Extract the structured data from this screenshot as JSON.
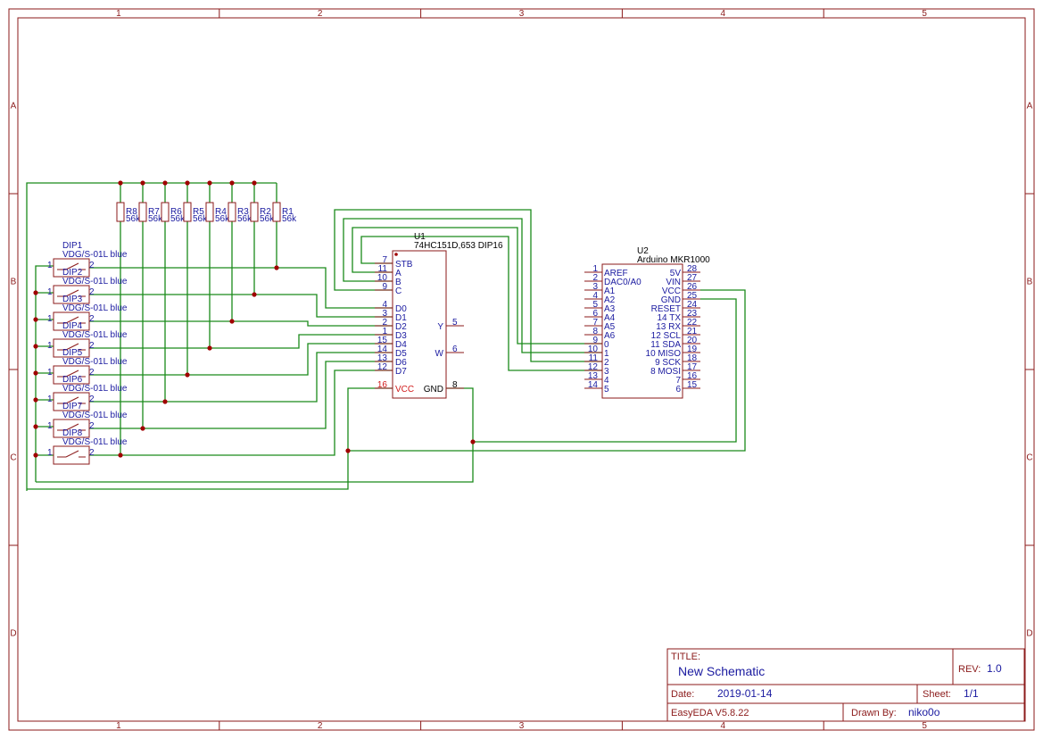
{
  "frame": {
    "columns": [
      "1",
      "2",
      "3",
      "4",
      "5"
    ],
    "rows": [
      "A",
      "B",
      "C",
      "D"
    ]
  },
  "title_block": {
    "title_label": "TITLE:",
    "title_value": "New Schematic",
    "rev_label": "REV:",
    "rev_value": "1.0",
    "date_label": "Date:",
    "date_value": "2019-01-14",
    "sheet_label": "Sheet:",
    "sheet_value": "1/1",
    "software": "EasyEDA V5.8.22",
    "drawn_label": "Drawn By:",
    "drawn_value": "niko0o"
  },
  "resistors": [
    {
      "ref": "R8",
      "value": "56k"
    },
    {
      "ref": "R7",
      "value": "56k"
    },
    {
      "ref": "R6",
      "value": "56k"
    },
    {
      "ref": "R5",
      "value": "56k"
    },
    {
      "ref": "R4",
      "value": "56k"
    },
    {
      "ref": "R3",
      "value": "56k"
    },
    {
      "ref": "R2",
      "value": "56k"
    },
    {
      "ref": "R1",
      "value": "56k"
    }
  ],
  "dips": [
    {
      "ref": "DIP1",
      "value": "VDG/S-01L blue",
      "pin1": "1",
      "pin2": "2"
    },
    {
      "ref": "DIP2",
      "value": "VDG/S-01L blue",
      "pin1": "1",
      "pin2": "2"
    },
    {
      "ref": "DIP3",
      "value": "VDG/S-01L blue",
      "pin1": "1",
      "pin2": "2"
    },
    {
      "ref": "DIP4",
      "value": "VDG/S-01L blue",
      "pin1": "1",
      "pin2": "2"
    },
    {
      "ref": "DIP5",
      "value": "VDG/S-01L blue",
      "pin1": "1",
      "pin2": "2"
    },
    {
      "ref": "DIP6",
      "value": "VDG/S-01L blue",
      "pin1": "1",
      "pin2": "2"
    },
    {
      "ref": "DIP7",
      "value": "VDG/S-01L blue",
      "pin1": "1",
      "pin2": "2"
    },
    {
      "ref": "DIP8",
      "value": "VDG/S-01L blue",
      "pin1": "1",
      "pin2": "2"
    }
  ],
  "u1": {
    "ref": "U1",
    "value": "74HC151D,653 DIP16",
    "left_pins": [
      {
        "num": "7",
        "name": "STB"
      },
      {
        "num": "11",
        "name": "A"
      },
      {
        "num": "10",
        "name": "B"
      },
      {
        "num": "9",
        "name": "C"
      },
      {
        "num": "4",
        "name": "D0"
      },
      {
        "num": "3",
        "name": "D1"
      },
      {
        "num": "2",
        "name": "D2"
      },
      {
        "num": "1",
        "name": "D3"
      },
      {
        "num": "15",
        "name": "D4"
      },
      {
        "num": "14",
        "name": "D5"
      },
      {
        "num": "13",
        "name": "D6"
      },
      {
        "num": "12",
        "name": "D7"
      },
      {
        "num": "16",
        "name": "VCC"
      }
    ],
    "right_pins": [
      {
        "num": "5",
        "name": "Y"
      },
      {
        "num": "6",
        "name": "W"
      },
      {
        "num": "8",
        "name": "GND"
      }
    ]
  },
  "u2": {
    "ref": "U2",
    "value": "Arduino MKR1000",
    "left_pins": [
      {
        "num": "1",
        "name": "AREF"
      },
      {
        "num": "2",
        "name": "DAC0/A0"
      },
      {
        "num": "3",
        "name": "A1"
      },
      {
        "num": "4",
        "name": "A2"
      },
      {
        "num": "5",
        "name": "A3"
      },
      {
        "num": "6",
        "name": "A4"
      },
      {
        "num": "7",
        "name": "A5"
      },
      {
        "num": "8",
        "name": "A6"
      },
      {
        "num": "9",
        "name": "0"
      },
      {
        "num": "10",
        "name": "1"
      },
      {
        "num": "11",
        "name": "2"
      },
      {
        "num": "12",
        "name": "3"
      },
      {
        "num": "13",
        "name": "4"
      },
      {
        "num": "14",
        "name": "5"
      }
    ],
    "right_pins": [
      {
        "num": "28",
        "name": "5V"
      },
      {
        "num": "27",
        "name": "VIN"
      },
      {
        "num": "26",
        "name": "VCC"
      },
      {
        "num": "25",
        "name": "GND"
      },
      {
        "num": "24",
        "name": "RESET"
      },
      {
        "num": "23",
        "name": "14 TX"
      },
      {
        "num": "22",
        "name": "13 RX"
      },
      {
        "num": "21",
        "name": "12 SCL"
      },
      {
        "num": "20",
        "name": "11 SDA"
      },
      {
        "num": "19",
        "name": "10 MISO"
      },
      {
        "num": "18",
        "name": "9 SCK"
      },
      {
        "num": "17",
        "name": "8 MOSI"
      },
      {
        "num": "16",
        "name": "7"
      },
      {
        "num": "15",
        "name": "6"
      }
    ]
  }
}
